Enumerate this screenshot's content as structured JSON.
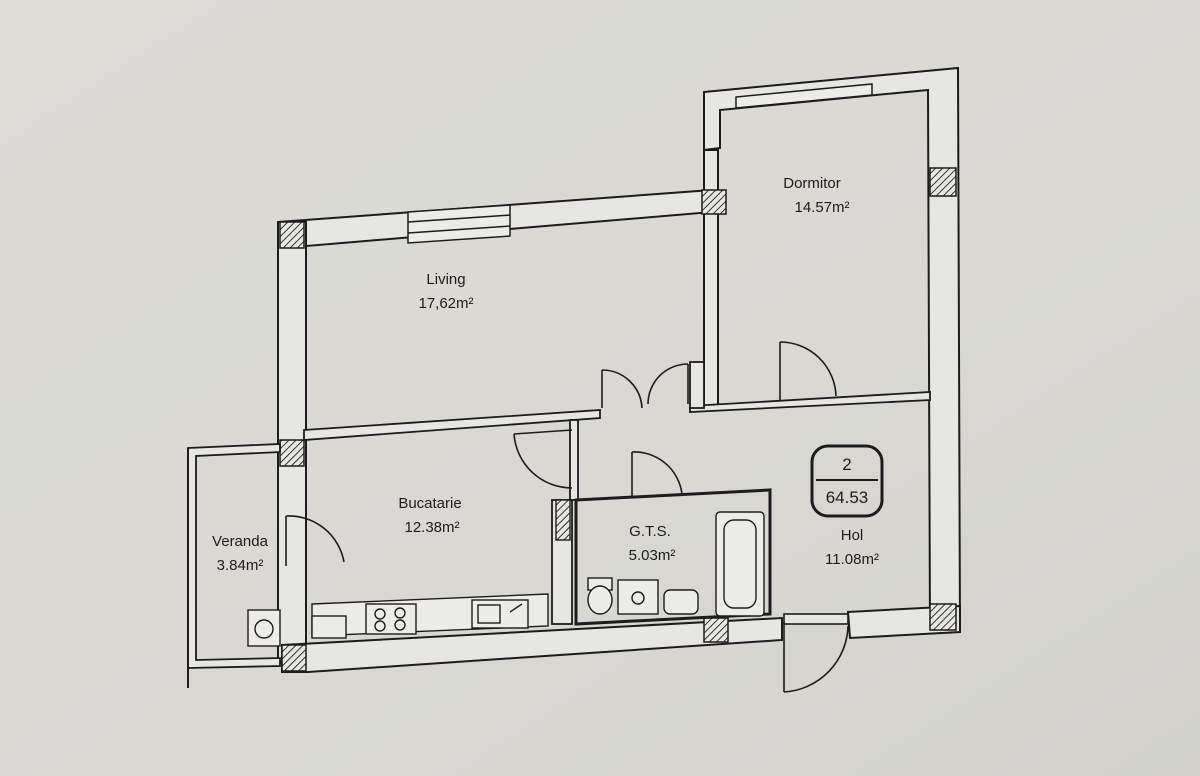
{
  "plan": {
    "rooms": [
      {
        "id": "dormitor",
        "name": "Dormitor",
        "area": "14.57m²"
      },
      {
        "id": "living",
        "name": "Living",
        "area": "17,62m²"
      },
      {
        "id": "bucatarie",
        "name": "Bucatarie",
        "area": "12.38m²"
      },
      {
        "id": "veranda",
        "name": "Veranda",
        "area": "3.84m²"
      },
      {
        "id": "gts",
        "name": "G.T.S.",
        "area": "5.03m²"
      },
      {
        "id": "hol",
        "name": "Hol",
        "area": "11.08m²"
      }
    ],
    "apartment_badge": {
      "number": "2",
      "total_area": "64.53"
    }
  },
  "colors": {
    "paper": "#d9d8d3",
    "wall": "#1c1c1c",
    "hatch": "#555555"
  }
}
